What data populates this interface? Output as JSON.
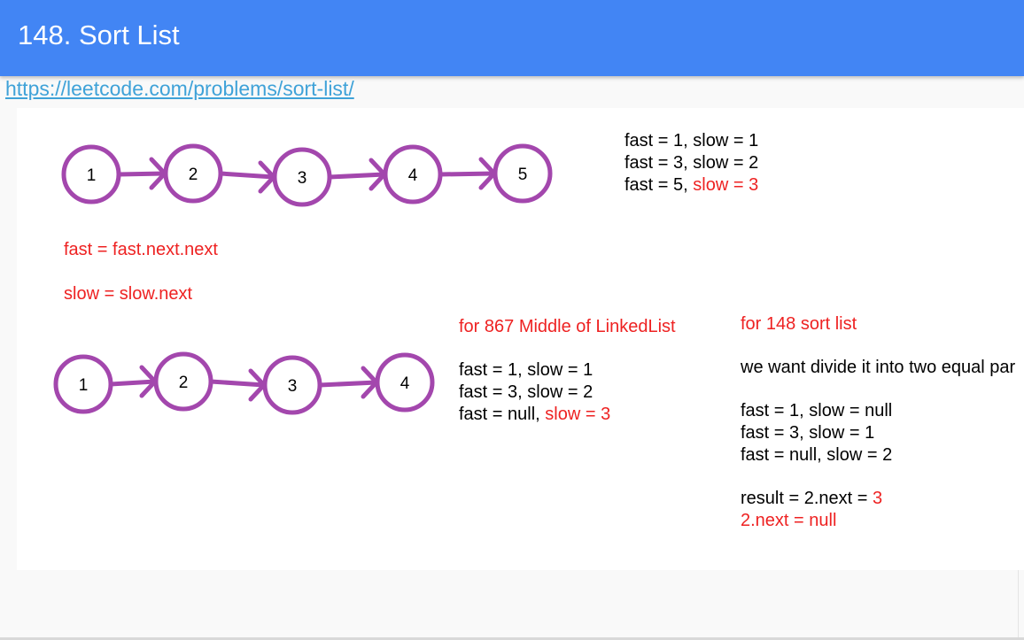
{
  "header": {
    "title": "148. Sort List"
  },
  "link": {
    "text": "https://leetcode.com/problems/sort-list/"
  },
  "colors": {
    "header": "#4285f4",
    "node": "#a347ad",
    "red": "#ee2222",
    "link": "#3fa2d8"
  },
  "diagram": {
    "list1": [
      "1",
      "2",
      "3",
      "4",
      "5"
    ],
    "list2": [
      "1",
      "2",
      "3",
      "4"
    ],
    "trace1": {
      "l1": "fast = 1, slow = 1",
      "l2": "fast = 3, slow = 2",
      "l3a": "fast = 5, ",
      "l3b": "slow = 3"
    },
    "rule_fast": "fast = fast.next.next",
    "rule_slow": "slow = slow.next",
    "middle": {
      "title": "for 867 Middle of LinkedList",
      "l1": "fast = 1, slow = 1",
      "l2": "fast = 3, slow = 2",
      "l3a": "fast = null, ",
      "l3b": "slow = 3"
    },
    "sort": {
      "title": "for 148 sort list",
      "desc": "we want divide it into two equal par",
      "l1": "fast = 1, slow = null",
      "l2": "fast = 3, slow = 1",
      "l3": "fast = null, slow = 2",
      "r1a": "result = 2.next = ",
      "r1b": "3",
      "r2": "2.next = null"
    }
  }
}
